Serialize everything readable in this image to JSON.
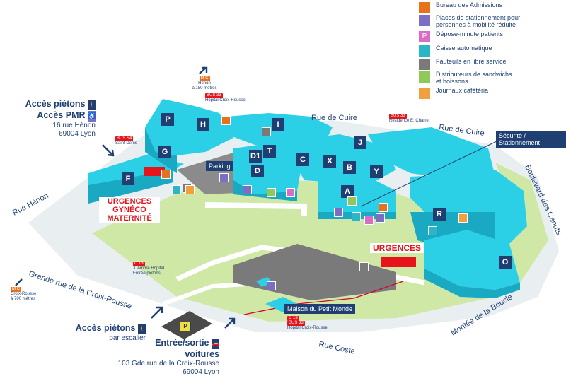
{
  "legend": [
    {
      "icon": "admissions-icon",
      "color": "#e8721c",
      "text": "Bureau des Admissions"
    },
    {
      "icon": "disabled-parking-icon",
      "color": "#7b6fc4",
      "text": "Places de stationnement pour\npersonnes à mobilité réduite"
    },
    {
      "icon": "dropoff-icon",
      "color": "#d96cc4",
      "text": "Dépose-minute patients",
      "glyph": "P"
    },
    {
      "icon": "payment-kiosk-icon",
      "color": "#2bb5c8",
      "text": "Caisse automatique"
    },
    {
      "icon": "wheelchair-icon",
      "color": "#7a7a7a",
      "text": "Fauteuils en libre service"
    },
    {
      "icon": "sandwich-machine-icon",
      "color": "#8fc95a",
      "text": "Distributeurs de sandwichs\net boissons"
    },
    {
      "icon": "cafeteria-icon",
      "color": "#f0a03c",
      "text": "Journaux cafétéria"
    }
  ],
  "access": {
    "pedestrian_title": "Accès piétons",
    "pmr_title": "Accès PMR",
    "address_line1": "16 rue Hénon",
    "address_line2": "69004 Lyon",
    "stairs_title": "Accès piétons",
    "stairs_sub": "par escalier",
    "car_title_1": "Entrée/sortie",
    "car_title_2": "voitures",
    "car_addr1": "103 Gde rue de la Croix-Rousse",
    "car_addr2": "69004 Lyon"
  },
  "transit": {
    "henon_lines": "M C",
    "henon_name": "Hénon",
    "henon_dist": "à 150 mètres",
    "bus33_top": "BUS 33",
    "bus33_top_stop": "Hôpital Croix-Rousse",
    "bus33_right": "BUS 33",
    "bus33_right_stop": "Résidence E. Charret",
    "saint_denis_bus": "BUS S4",
    "saint_denis_stop": "Saint Denis",
    "cr_lines": "M C",
    "cr_name": "Croix-Rousse",
    "cr_dist": "à 700 mètres",
    "ambre_lines": "C 13",
    "ambre_stop1": "J. Ambre Hôpital",
    "ambre_stop2": "Entrée piétons",
    "bottom_lines": "C 13",
    "bottom_bus": "BUS 33",
    "bottom_stop": "Hôpital Croix-Rousse"
  },
  "streets": {
    "cuire_top": "Rue de Cuire",
    "cuire_right": "Rue de Cuire",
    "henon": "Rue Hénon",
    "grande_rue": "Grande rue de la Croix-Rousse",
    "canuts": "Boulevard des Canuts",
    "boucle": "Montée de la Boucle",
    "coste": "Rue Coste"
  },
  "buildings": [
    "P",
    "H",
    "I",
    "G",
    "D1",
    "T",
    "J",
    "C",
    "X",
    "B",
    "Y",
    "D",
    "F",
    "A",
    "R",
    "O"
  ],
  "labels": {
    "parking": "Parking",
    "urgences_gyneco_1": "URGENCES",
    "urgences_gyneco_2": "GYNÉCO",
    "urgences_gyneco_3": "MATERNITÉ",
    "urgences": "URGENCES",
    "securite": "Sécurité / Stationnement",
    "maison": "Maison du Petit Monde"
  },
  "colors": {
    "building": "#2bd0e6",
    "building_dark": "#1a9fb8",
    "roof_label": "#1f3f73",
    "emergency": "#e8141c",
    "ground": "#c8e6a0",
    "road": "#e6e6e6"
  }
}
